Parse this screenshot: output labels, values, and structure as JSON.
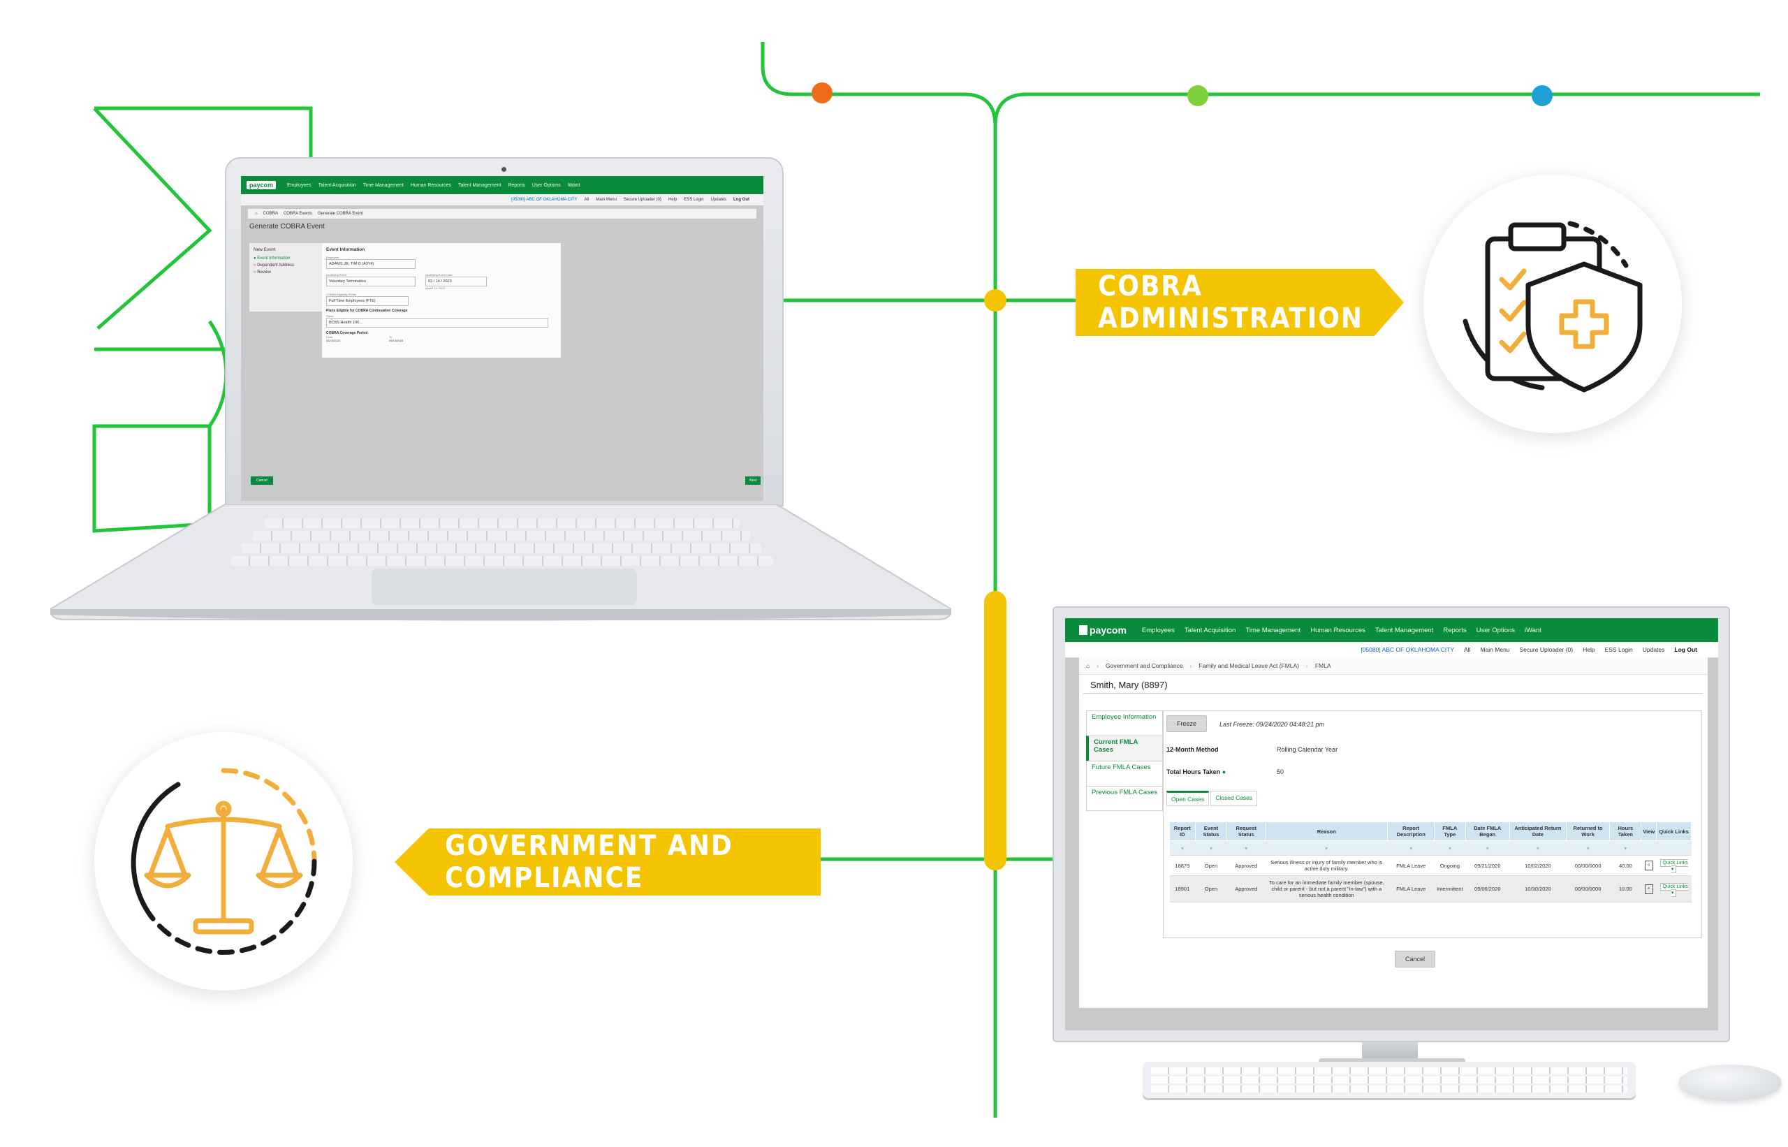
{
  "banners": {
    "cobra": "COBRA ADMINISTRATION",
    "gov": "GOVERNMENT AND COMPLIANCE"
  },
  "icons": {
    "cobra_icon": "clipboard-shield-plus-icon",
    "gov_icon": "justice-scales-icon"
  },
  "colors": {
    "brand_green": "#0a8a3c",
    "line_green": "#22c43a",
    "banner_yellow": "#f5c400",
    "dot_orange": "#ef6c1a",
    "dot_green": "#7fd13b",
    "dot_blue": "#1e9fd6",
    "icon_dark": "#1a1a1a",
    "icon_orange": "#f2ae3a"
  },
  "laptop": {
    "logo": "paycom",
    "nav": [
      "Employees",
      "Talent Acquisition",
      "Time Management",
      "Human Resources",
      "Talent Management",
      "Reports",
      "User Options",
      "iWant"
    ],
    "sub": {
      "org": "[05080] ABC OF OKLAHOMA CITY",
      "links": [
        "All",
        "Main Menu",
        "Secure Uploader (0)",
        "Help",
        "ESS Login",
        "Updates"
      ],
      "logout": "Log Out"
    },
    "crumbs": [
      "COBRA",
      "COBRA Events",
      "Generate COBRA Event"
    ],
    "page_title": "Generate COBRA Event",
    "steps_title": "New Event",
    "steps": [
      "Event Information",
      "Dependent Address",
      "Review"
    ],
    "form_title": "Event Information",
    "employee_label": "Employee",
    "employee_value": "ADAMS JR, TIM D (A3Y4)",
    "qualifying_event_label": "Qualifying Event",
    "qualifying_event_value": "Voluntary Termination",
    "qualifying_date_label": "Qualifying Event Date",
    "qualifying_date_value": "03 / 14 / 2023",
    "date_hint": "March 14, 2023",
    "profile_label": "COBRA Eligibility Profile",
    "profile_value": "Full Time Employees (FTE)",
    "plans_title": "Plans Eligible for COBRA Continuation Coverage",
    "plans_label": "Plans",
    "plans_value": "BCBS Health 100...",
    "coverage_title": "COBRA Coverage Period",
    "from_label": "From",
    "from_value": "03/15/2023",
    "to_label": "To",
    "to_value": "09/14/2024",
    "cancel": "Cancel",
    "next": "Next"
  },
  "desktop": {
    "logo": "paycom",
    "nav": [
      "Employees",
      "Talent Acquisition",
      "Time Management",
      "Human Resources",
      "Talent Management",
      "Reports",
      "User Options",
      "iWant"
    ],
    "sub": {
      "org": "[05080] ABC OF OKLAHOMA CITY",
      "links": [
        "All",
        "Main Menu",
        "Secure Uploader (0)",
        "Help",
        "ESS Login",
        "Updates"
      ],
      "logout": "Log Out"
    },
    "crumbs": [
      "Government and Compliance",
      "Family and Medical Leave Act (FMLA)",
      "FMLA"
    ],
    "employee": "Smith, Mary (8897)",
    "sidetabs": [
      "Employee Information",
      "Current FMLA Cases",
      "Future FMLA Cases",
      "Previous FMLA Cases"
    ],
    "freeze": "Freeze",
    "last_freeze": "Last Freeze: 09/24/2020 04:48:21 pm",
    "method_label": "12-Month Method",
    "method_value": "Rolling Calendar Year",
    "hours_label": "Total Hours Taken",
    "hours_value": "50",
    "subtabs": [
      "Open Cases",
      "Closed Cases"
    ],
    "columns": [
      "Report ID",
      "Event Status",
      "Request Status",
      "Reason",
      "Report Description",
      "FMLA Type",
      "Date FMLA Began",
      "Anticipated Return Date",
      "Returned to Work",
      "Hours Taken",
      "View",
      "Quick Links"
    ],
    "rows": [
      [
        "18879",
        "Open",
        "Approved",
        "Serious illness or injury of family member who is active duty military.",
        "FMLA Leave",
        "Ongoing",
        "09/21/2020",
        "10/02/2020",
        "00/00/0000",
        "40.00",
        "",
        "Quick Links"
      ],
      [
        "18901",
        "Open",
        "Approved",
        "To care for an immediate family member (spouse, child or parent - but not a parent \"in-law\") with a serious health condition",
        "FMLA Leave",
        "Intermittent",
        "09/06/2020",
        "10/30/2020",
        "00/00/0000",
        "10.00",
        "",
        "Quick Links"
      ]
    ],
    "cancel": "Cancel"
  }
}
